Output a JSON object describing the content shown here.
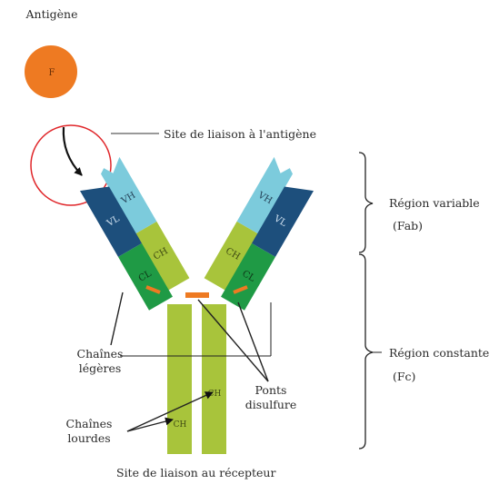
{
  "diagram": {
    "antigen_label": "Antigène",
    "antigen_marker": "F",
    "binding_site_label": "Site de liaison à l'antigène",
    "variable_region_title": "Région variable",
    "variable_region_abbr": "(Fab)",
    "constant_region_title": "Région constante",
    "constant_region_abbr": "(Fc)",
    "light_chains_label_line1": "Chaînes",
    "light_chains_label_line2": "légères",
    "heavy_chains_label_line1": "Chaînes",
    "heavy_chains_label_line2": "lourdes",
    "disulfide_bridges_label_line1": "Ponts",
    "disulfide_bridges_label_line2": "disulfure",
    "receptor_site_label": "Site de liaison au récepteur",
    "domain_labels": {
      "vh": "VH",
      "vl": "VL",
      "ch": "CH",
      "cl": "CL"
    },
    "colors": {
      "antigen": "#ee7a22",
      "light_blue": "#7ccbdc",
      "dark_blue": "#1d4f7c",
      "heavy_green": "#a8c43b",
      "dark_green": "#1f9a45",
      "bridge": "#ee7a22",
      "circle": "#e0262a"
    }
  }
}
